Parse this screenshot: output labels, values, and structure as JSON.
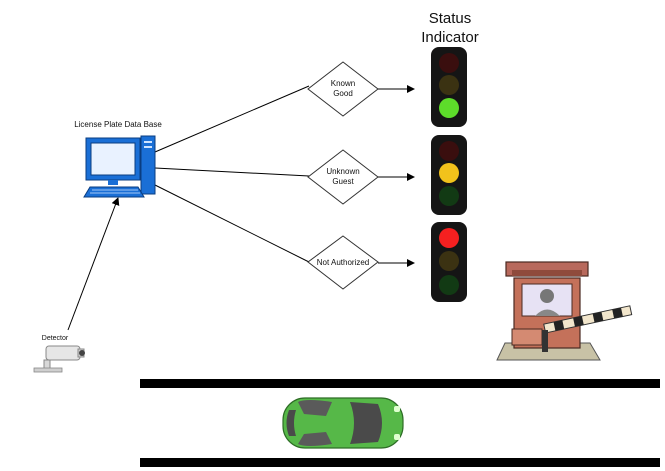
{
  "header": {
    "status_line1": "Status",
    "status_line2": "Indicator"
  },
  "database": {
    "label": "License Plate Data Base",
    "icon": "computer-icon"
  },
  "detector": {
    "label": "Detector",
    "icon": "camera-icon"
  },
  "decisions": [
    {
      "line1": "Known",
      "line2": "Good",
      "light": "green"
    },
    {
      "line1": "Unknown",
      "line2": "Guest",
      "light": "yellow"
    },
    {
      "line1": "Not Authorized",
      "line2": "",
      "light": "red"
    }
  ],
  "colors": {
    "green": "#5ddc2a",
    "yellow": "#f2c21b",
    "red": "#f52020",
    "monitor_blue": "#1a6fd6",
    "car_green": "#56b848",
    "road": "#000000"
  },
  "icons": [
    "computer-icon",
    "camera-icon",
    "traffic-light-icon",
    "toll-booth-icon",
    "car-icon"
  ]
}
